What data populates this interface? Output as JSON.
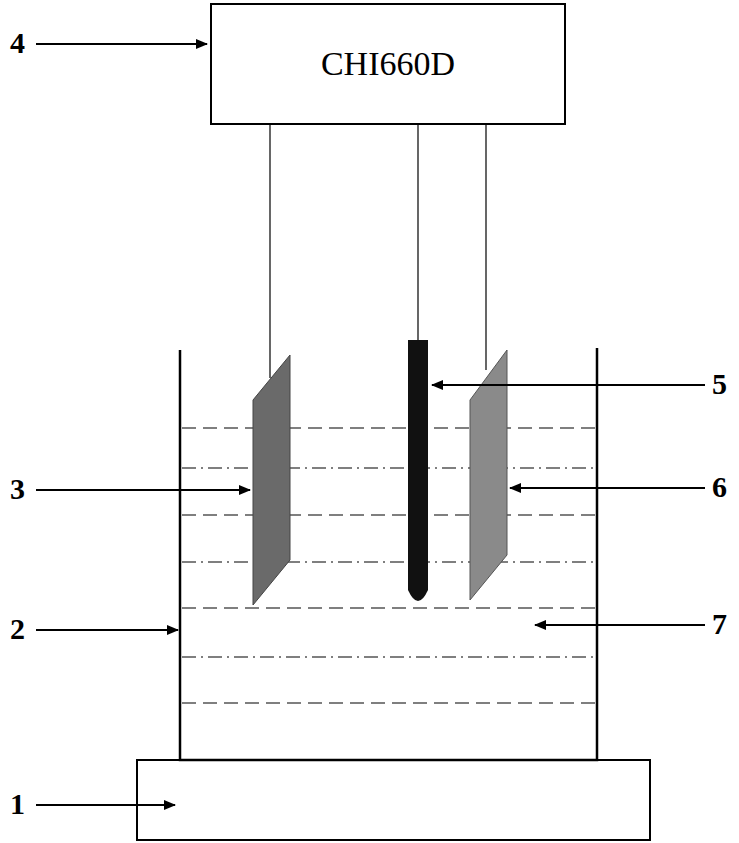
{
  "diagram": {
    "nodes": [
      {
        "text": [
          "CHI660D"
        ]
      }
    ],
    "labels": [
      "4",
      "5",
      "3",
      "6",
      "2",
      "7",
      "1"
    ]
  }
}
